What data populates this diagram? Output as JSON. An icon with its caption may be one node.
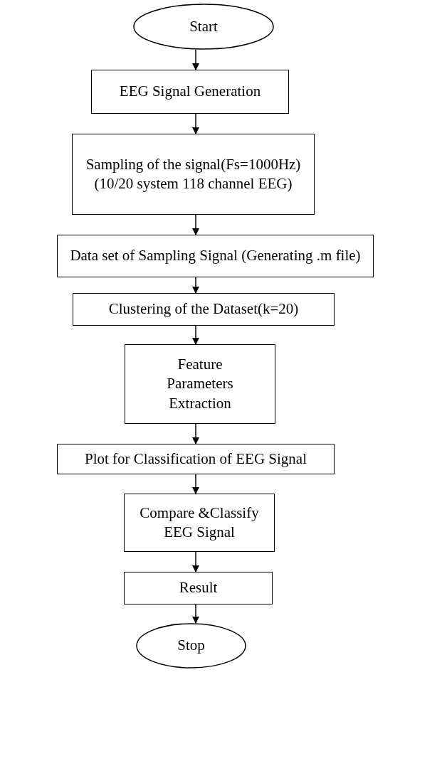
{
  "diagram": {
    "nodes": [
      {
        "text": [
          "Start"
        ]
      },
      {
        "text": [
          "EEG Signal Generation"
        ]
      },
      {
        "text": [
          "Sampling of the signal(Fs=1000Hz) (10/20 system 118 channel EEG)"
        ]
      },
      {
        "text": [
          "Data set of Sampling Signal (Generating .m file)"
        ]
      },
      {
        "text": [
          "Clustering  of the Dataset(k=20)"
        ]
      },
      {
        "text": [
          "Feature Parameters Extraction"
        ]
      },
      {
        "text": [
          "Plot  for Classification of EEG Signal"
        ]
      },
      {
        "text": [
          "Compare &Classify EEG Signal"
        ]
      },
      {
        "text": [
          "Result"
        ]
      },
      {
        "text": [
          "Stop"
        ]
      }
    ],
    "edges": [
      {
        "from": 0,
        "to": 1,
        "arrow": "to"
      },
      {
        "from": 1,
        "to": 2,
        "arrow": "to"
      },
      {
        "from": 2,
        "to": 3,
        "arrow": "to"
      },
      {
        "from": 3,
        "to": 4,
        "arrow": "to"
      },
      {
        "from": 4,
        "to": 5,
        "arrow": "to"
      },
      {
        "from": 5,
        "to": 6,
        "arrow": "to"
      },
      {
        "from": 6,
        "to": 7,
        "arrow": "to"
      },
      {
        "from": 7,
        "to": 8,
        "arrow": "to"
      },
      {
        "from": 8,
        "to": 9,
        "arrow": "to"
      }
    ]
  }
}
